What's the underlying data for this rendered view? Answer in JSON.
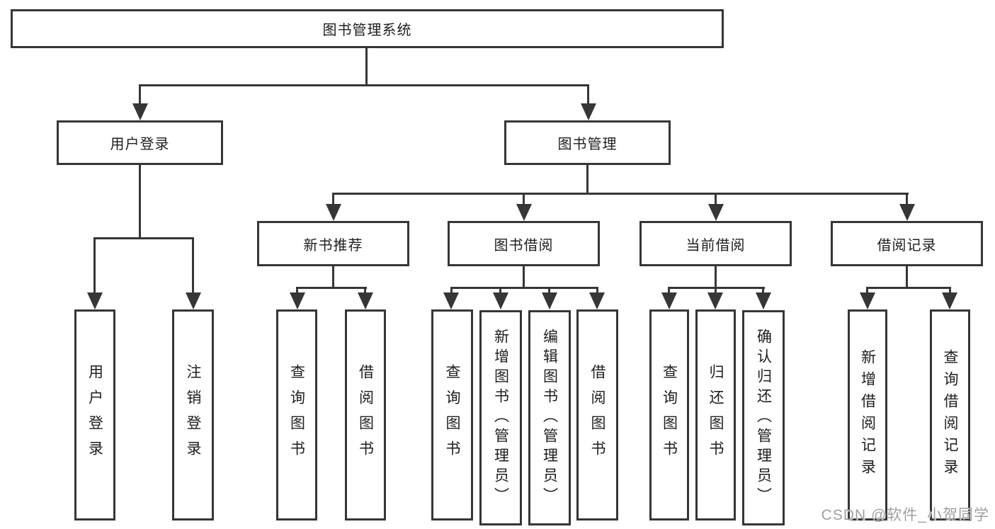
{
  "tree": {
    "root": {
      "label": "图书管理系统",
      "children": [
        {
          "label": "用户登录",
          "children": [
            {
              "label": "用户登录"
            },
            {
              "label": "注销登录"
            }
          ]
        },
        {
          "label": "图书管理",
          "children": [
            {
              "label": "新书推荐",
              "children": [
                {
                  "label": "查询图书"
                },
                {
                  "label": "借阅图书"
                }
              ]
            },
            {
              "label": "图书借阅",
              "children": [
                {
                  "label": "查询图书"
                },
                {
                  "label": "新增图书（管理员）"
                },
                {
                  "label": "编辑图书（管理员）"
                },
                {
                  "label": "借阅图书"
                }
              ]
            },
            {
              "label": "当前借阅",
              "children": [
                {
                  "label": "查询图书"
                },
                {
                  "label": "归还图书"
                },
                {
                  "label": "确认归还（管理员）"
                }
              ]
            },
            {
              "label": "借阅记录",
              "children": [
                {
                  "label": "新增借阅记录"
                },
                {
                  "label": "查询借阅记录"
                }
              ]
            }
          ]
        }
      ]
    }
  },
  "watermark": "CSDN @软件_小贺同学",
  "colors": {
    "line": "#363636",
    "text": "#1e1e1e",
    "watermark": "#969696",
    "background": "#ffffff"
  }
}
